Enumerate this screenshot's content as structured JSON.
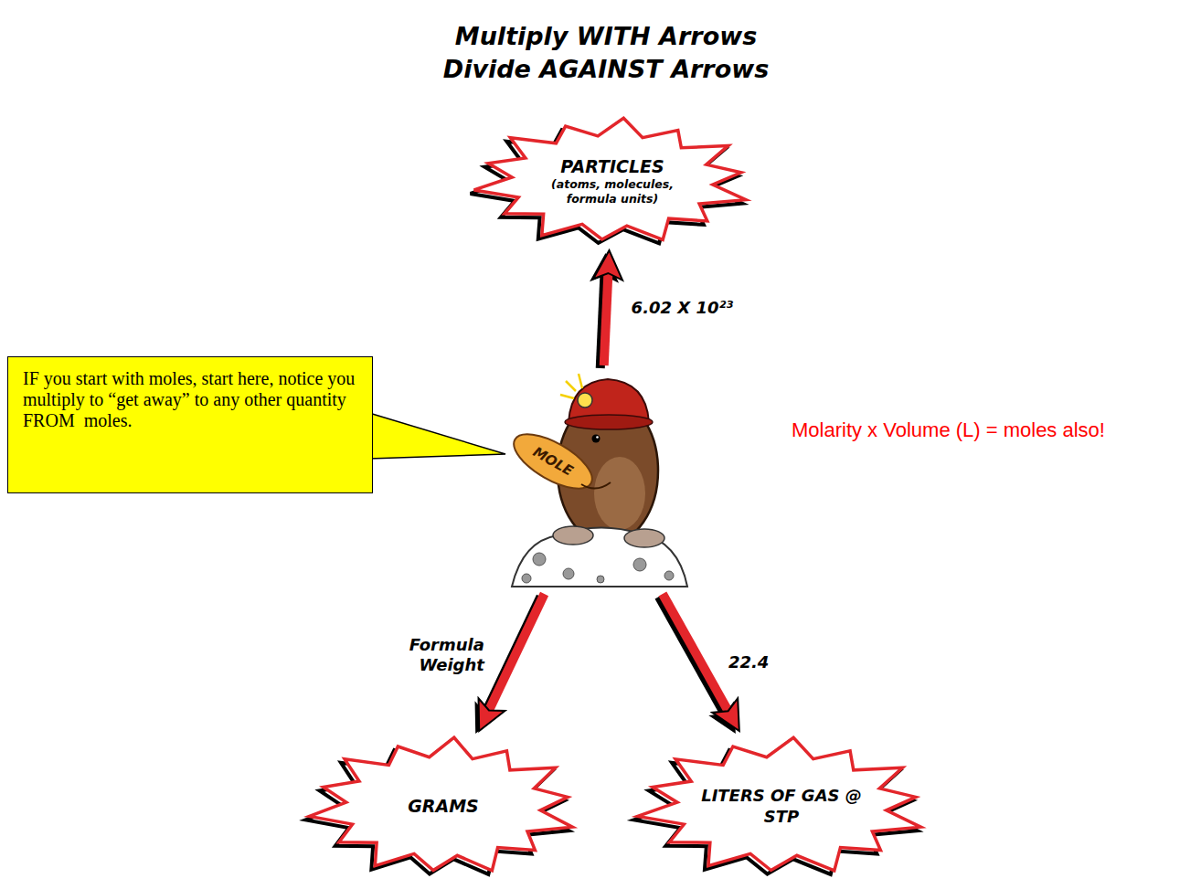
{
  "diagram": {
    "title": "Multiply WITH Arrows Divide AGAINST Arrows",
    "nodes": [
      {
        "text": [
          "PARTICLES",
          "(atoms, molecules, formula units)"
        ]
      },
      {
        "text": [
          "IF you start with moles, start here, notice you multiply to “get away” to any other quantity FROM  moles."
        ]
      },
      {
        "text": [
          "MOLE"
        ]
      },
      {
        "text": [
          "GRAMS"
        ]
      },
      {
        "text": [
          "LITERS OF GAS @ STP"
        ]
      }
    ],
    "edges": [
      {
        "from": 2,
        "to": 0,
        "arrow": "to",
        "label": "6.02 X 10²³"
      },
      {
        "from": 2,
        "to": 3,
        "arrow": "to",
        "label": "Formula Weight"
      },
      {
        "from": 2,
        "to": 4,
        "arrow": "to",
        "label": "22.4"
      }
    ],
    "labels": [
      "Molarity x Volume (L) = moles also!"
    ]
  }
}
